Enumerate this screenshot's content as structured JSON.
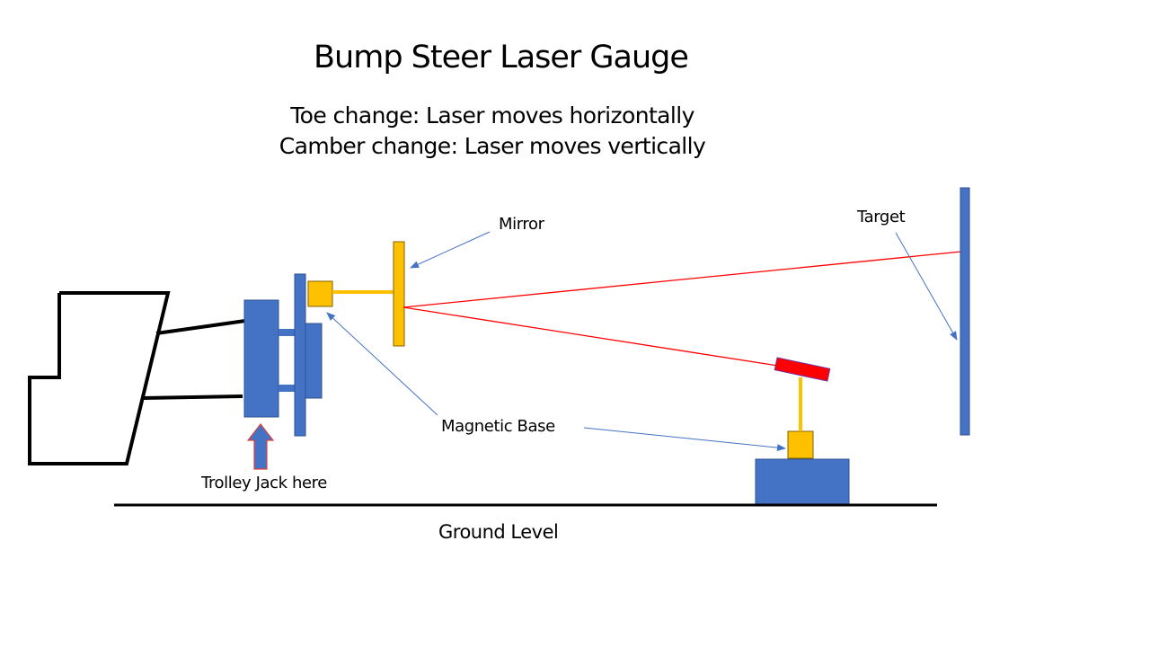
{
  "title": "Bump Steer Laser Gauge",
  "subtitle_lines": [
    "Toe change: Laser moves horizontally",
    "Camber change: Laser moves vertically"
  ],
  "labels": {
    "mirror": "Mirror",
    "target": "Target",
    "magnetic_base": "Magnetic Base",
    "trolley_jack": "Trolley Jack here",
    "ground": "Ground Level"
  },
  "colors": {
    "component_blue": "#4472C4",
    "component_blue_border": "#2F528F",
    "mirror_yellow": "#FFC000",
    "mirror_border": "#7F6000",
    "laser_red": "#FF0000",
    "laser_body_border": "#7030A0",
    "jack_arrow_border": "#E0403A",
    "callout_arrow": "#4472C4",
    "outline_black": "#000000"
  }
}
